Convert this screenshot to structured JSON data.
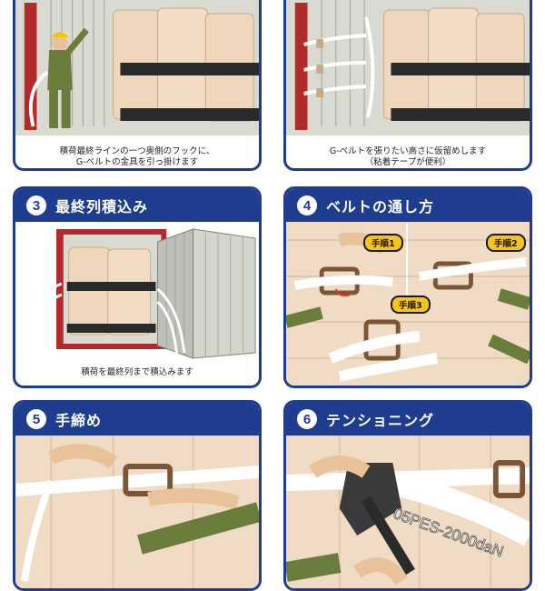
{
  "panels": {
    "p1": {
      "caption_line1": "積荷最終ラインの一つ奥側のフックに、",
      "caption_line2": "G-ベルトの金具を引っ掛けます"
    },
    "p2": {
      "caption_line1": "G-ベルトを張りたい高さに仮留めします",
      "caption_line2": "（粘着テープが便利）"
    },
    "p3": {
      "step": "3",
      "title": "最終列積込み",
      "caption": "積荷を最終列まで積込みます"
    },
    "p4": {
      "step": "4",
      "title": "ベルトの通し方",
      "badge1": "手順1",
      "badge2": "手順2",
      "badge3": "手順3"
    },
    "p5": {
      "step": "5",
      "title": "手締め"
    },
    "p6": {
      "step": "6",
      "title": "テンショニング",
      "belt_text": "05PES-2000daN"
    }
  },
  "colors": {
    "navy": "#1f3d8f",
    "badge_yellow": "#f6c41a",
    "container_red": "#b22a2a",
    "cargo_beige": "#efd7bc",
    "arm_green": "#6a7d3c"
  }
}
